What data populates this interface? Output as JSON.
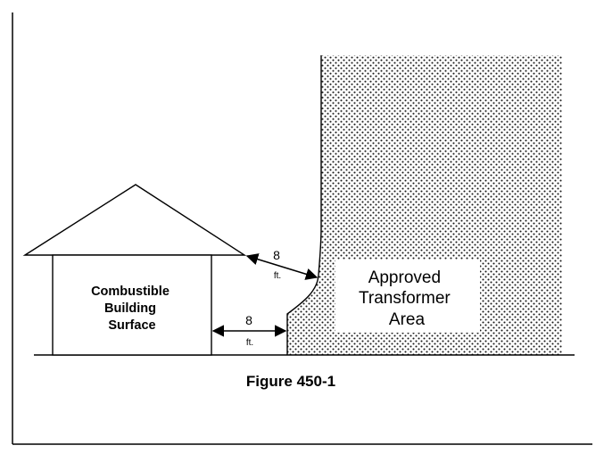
{
  "building": {
    "label_lines": [
      "Combustible",
      "Building",
      "Surface"
    ]
  },
  "transformer_area": {
    "label_lines": [
      "Approved",
      "Transformer",
      "Area"
    ]
  },
  "clearances": {
    "roof": {
      "value": "8",
      "unit": "ft."
    },
    "wall": {
      "value": "8",
      "unit": "ft."
    }
  },
  "caption": "Figure 450-1"
}
